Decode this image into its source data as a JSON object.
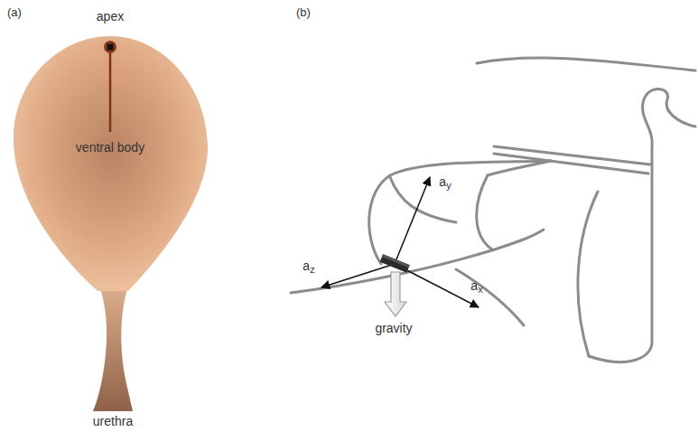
{
  "diagram": {
    "labels": [
      "(a)",
      "apex",
      "ventral body",
      "urethra",
      "(b)",
      "ay",
      "az",
      "ax",
      "gravity"
    ]
  }
}
